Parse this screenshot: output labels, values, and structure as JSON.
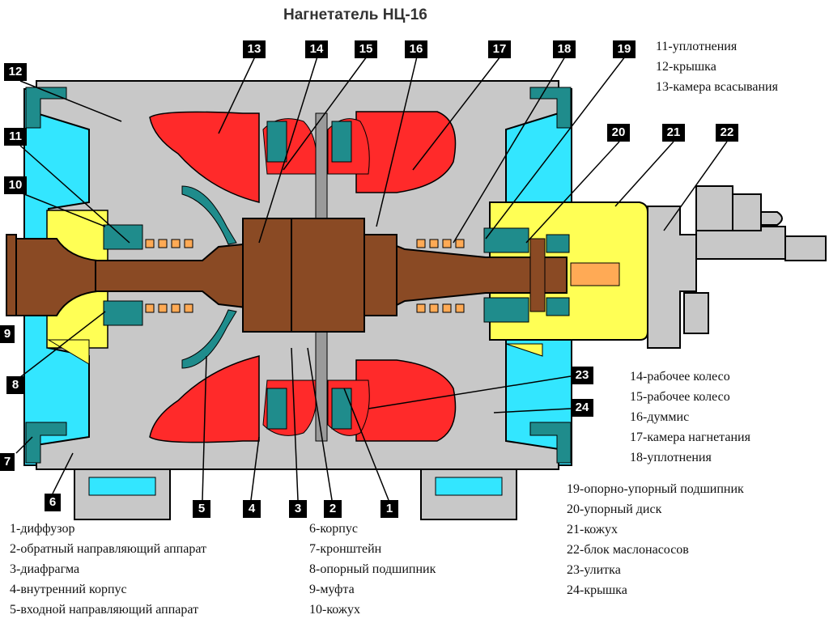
{
  "title": "Нагнетатель НЦ-16",
  "legend_top_right": [
    "11-уплотнения",
    "12-крышка",
    "13-камера всасывания"
  ],
  "legend_mid_right": [
    "14-рабочее колесо",
    "15-рабочее колесо",
    "16-думмис",
    "17-камера нагнетания",
    "18-уплотнения"
  ],
  "legend_bottom_right": [
    "19-опорно-упорный подшипник",
    "20-упорный диск",
    "21-кожух",
    "22-блок маслонасосов",
    "23-улитка",
    "24-крышка"
  ],
  "legend_bottom_left": [
    "1-диффузор",
    "2-обратный направляющий аппарат",
    "3-диафрагма",
    "4-внутренний корпус",
    "5-входной направляющий аппарат"
  ],
  "legend_bottom_mid": [
    "6-корпус",
    "7-кронштейн",
    "8-опорный подшипник",
    "9-муфта",
    "10-кожух"
  ],
  "callouts": [
    "1",
    "2",
    "3",
    "4",
    "5",
    "6",
    "7",
    "8",
    "9",
    "10",
    "11",
    "12",
    "13",
    "14",
    "15",
    "16",
    "17",
    "18",
    "19",
    "20",
    "21",
    "22",
    "23",
    "24"
  ],
  "colors": {
    "casing": "#c8c8c8",
    "cyan": "#33e6ff",
    "shaft": "#8a4a24",
    "red": "#ff2a2a",
    "yellow": "#ffff55",
    "teal": "#1f8c8c",
    "outline": "#000000"
  }
}
